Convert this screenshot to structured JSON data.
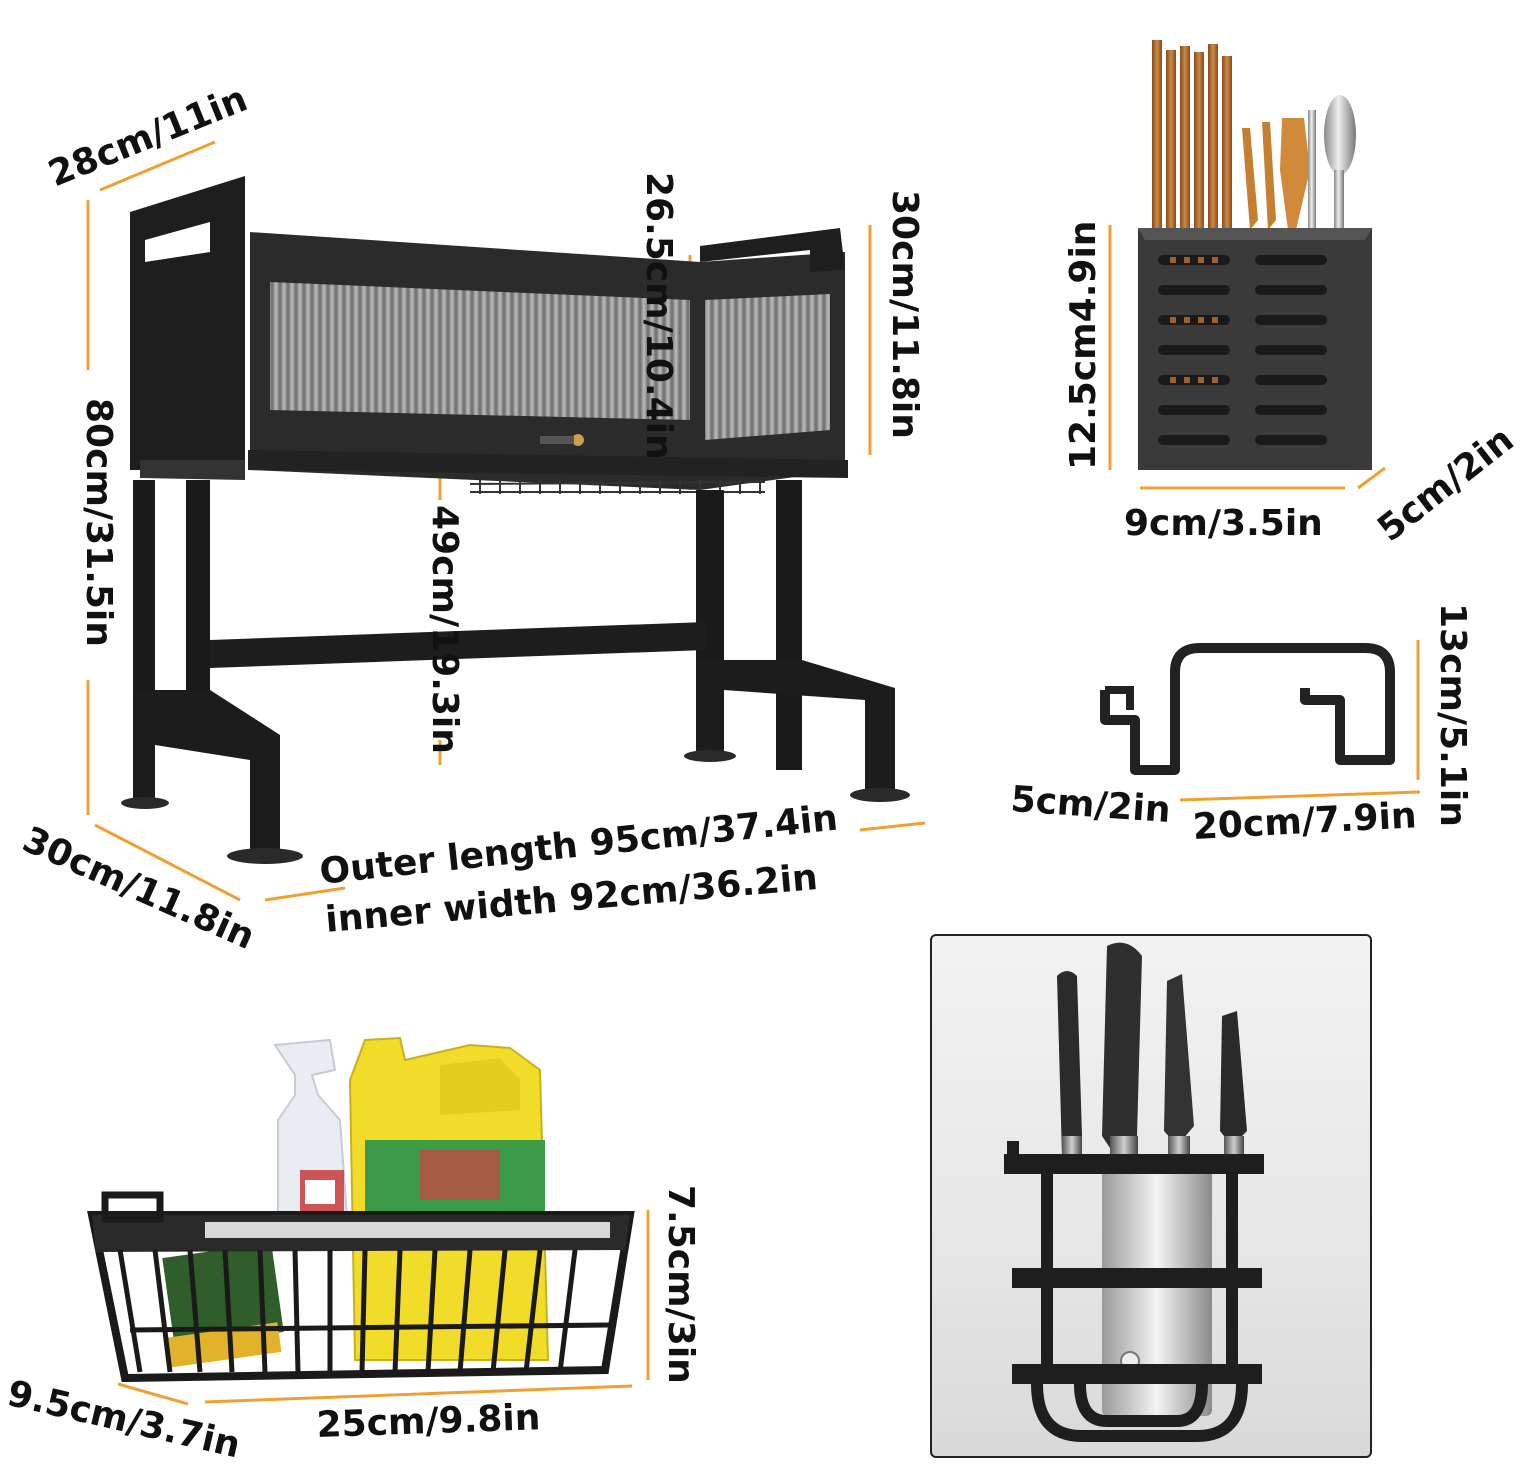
{
  "labels": {
    "rack_depth_top": "28cm/11in",
    "rack_height": "80cm/31.5in",
    "cabinet_height": "26.5cm/10.4in",
    "rack_side_height": "30cm/11.8in",
    "under_clearance": "49cm/19.3in",
    "rack_depth_bottom": "30cm/11.8in",
    "outer_length": "Outer length 95cm/37.4in",
    "inner_width": "inner width 92cm/36.2in",
    "utensil_height": "12.5cm4.9in",
    "utensil_width": "9cm/3.5in",
    "utensil_depth": "5cm/2in",
    "hook_height": "13cm/5.1in",
    "hook_depth": "5cm/2in",
    "hook_width": "20cm/7.9in",
    "basket_height": "7.5cm/3in",
    "basket_depth": "9.5cm/3.7in",
    "basket_width": "25cm/9.8in"
  },
  "colors": {
    "dimension_line": "#f0a030",
    "metal": "#1c1c1c",
    "wood": "#b86e2c"
  }
}
